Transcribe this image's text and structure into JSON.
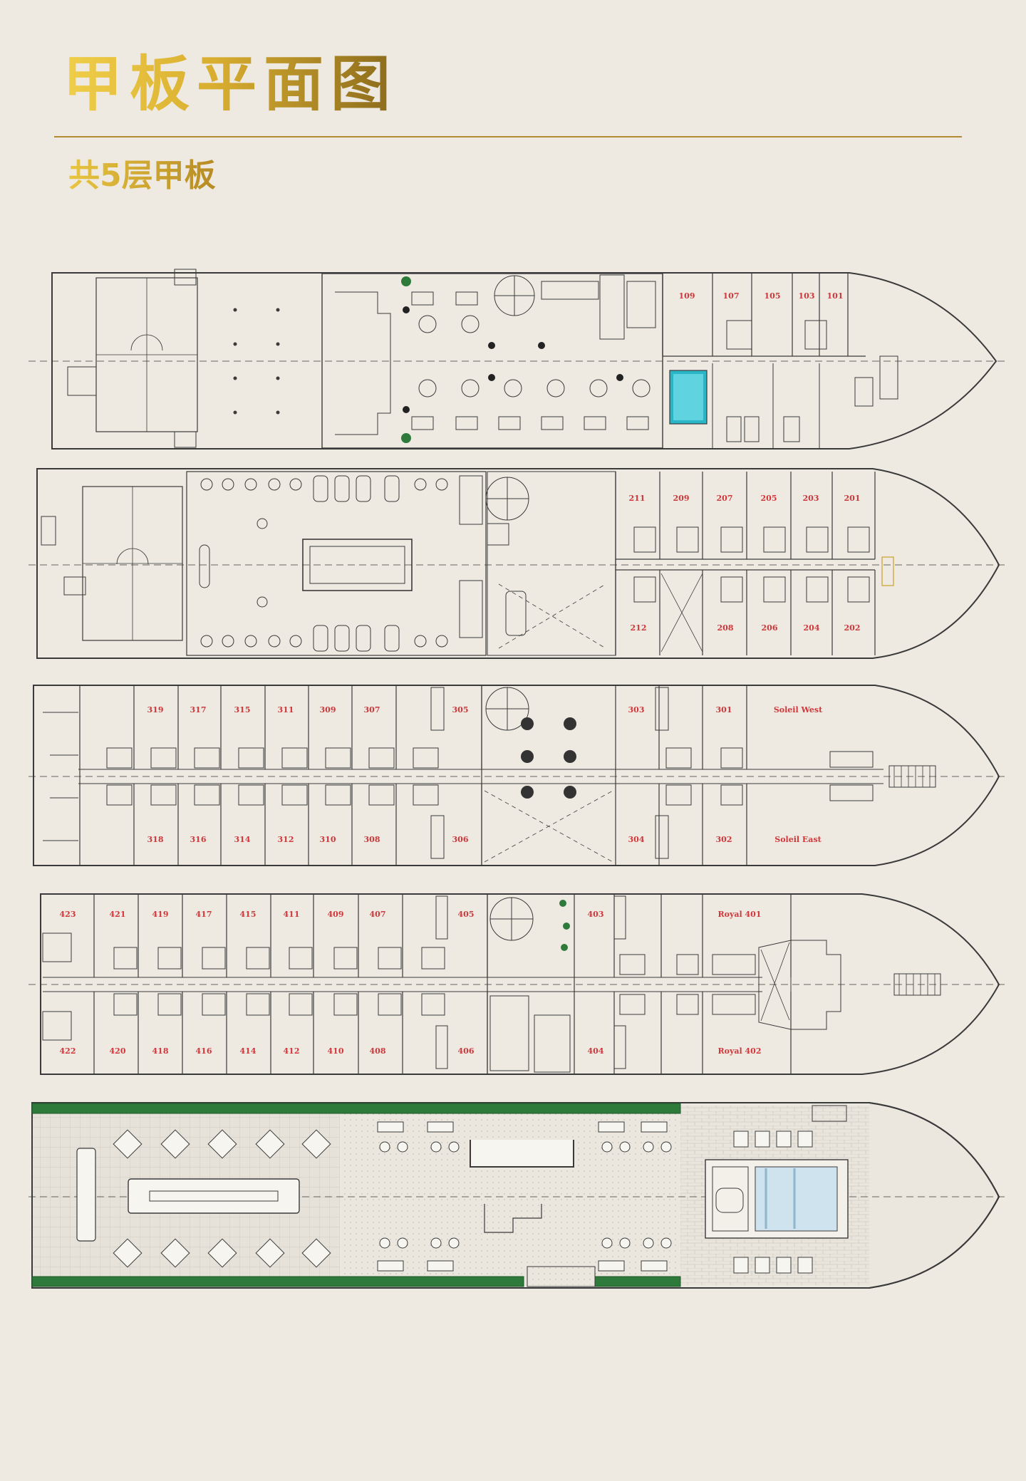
{
  "header": {
    "title": "甲板平面图",
    "subtitle": "共5层甲板"
  },
  "colors": {
    "gold": "#d9ae30",
    "gold_dark": "#8a6a1c",
    "rule": "#b48a2f",
    "background": "#eeeae2",
    "room_number": "#d0373a",
    "plant": "#2e7a3a",
    "pool": "#2ab6c6"
  },
  "decks": [
    {
      "name": "deck-1",
      "rooms": [
        "109",
        "107",
        "105",
        "103",
        "101"
      ]
    },
    {
      "name": "deck-2",
      "rooms_top": [
        "211",
        "209",
        "207",
        "205",
        "203",
        "201"
      ],
      "rooms_bottom": [
        "212",
        "208",
        "206",
        "204",
        "202"
      ]
    },
    {
      "name": "deck-3",
      "rooms_top": [
        "319",
        "317",
        "315",
        "311",
        "309",
        "307",
        "305",
        "303",
        "301",
        "Soleil West"
      ],
      "rooms_bottom": [
        "318",
        "316",
        "314",
        "312",
        "310",
        "308",
        "306",
        "304",
        "302",
        "Soleil East"
      ]
    },
    {
      "name": "deck-4",
      "rooms_top": [
        "423",
        "421",
        "419",
        "417",
        "415",
        "411",
        "409",
        "407",
        "405",
        "403",
        "Royal 401"
      ],
      "rooms_bottom": [
        "422",
        "420",
        "418",
        "416",
        "414",
        "412",
        "410",
        "408",
        "406",
        "404",
        "Royal 402"
      ]
    },
    {
      "name": "deck-5"
    }
  ]
}
